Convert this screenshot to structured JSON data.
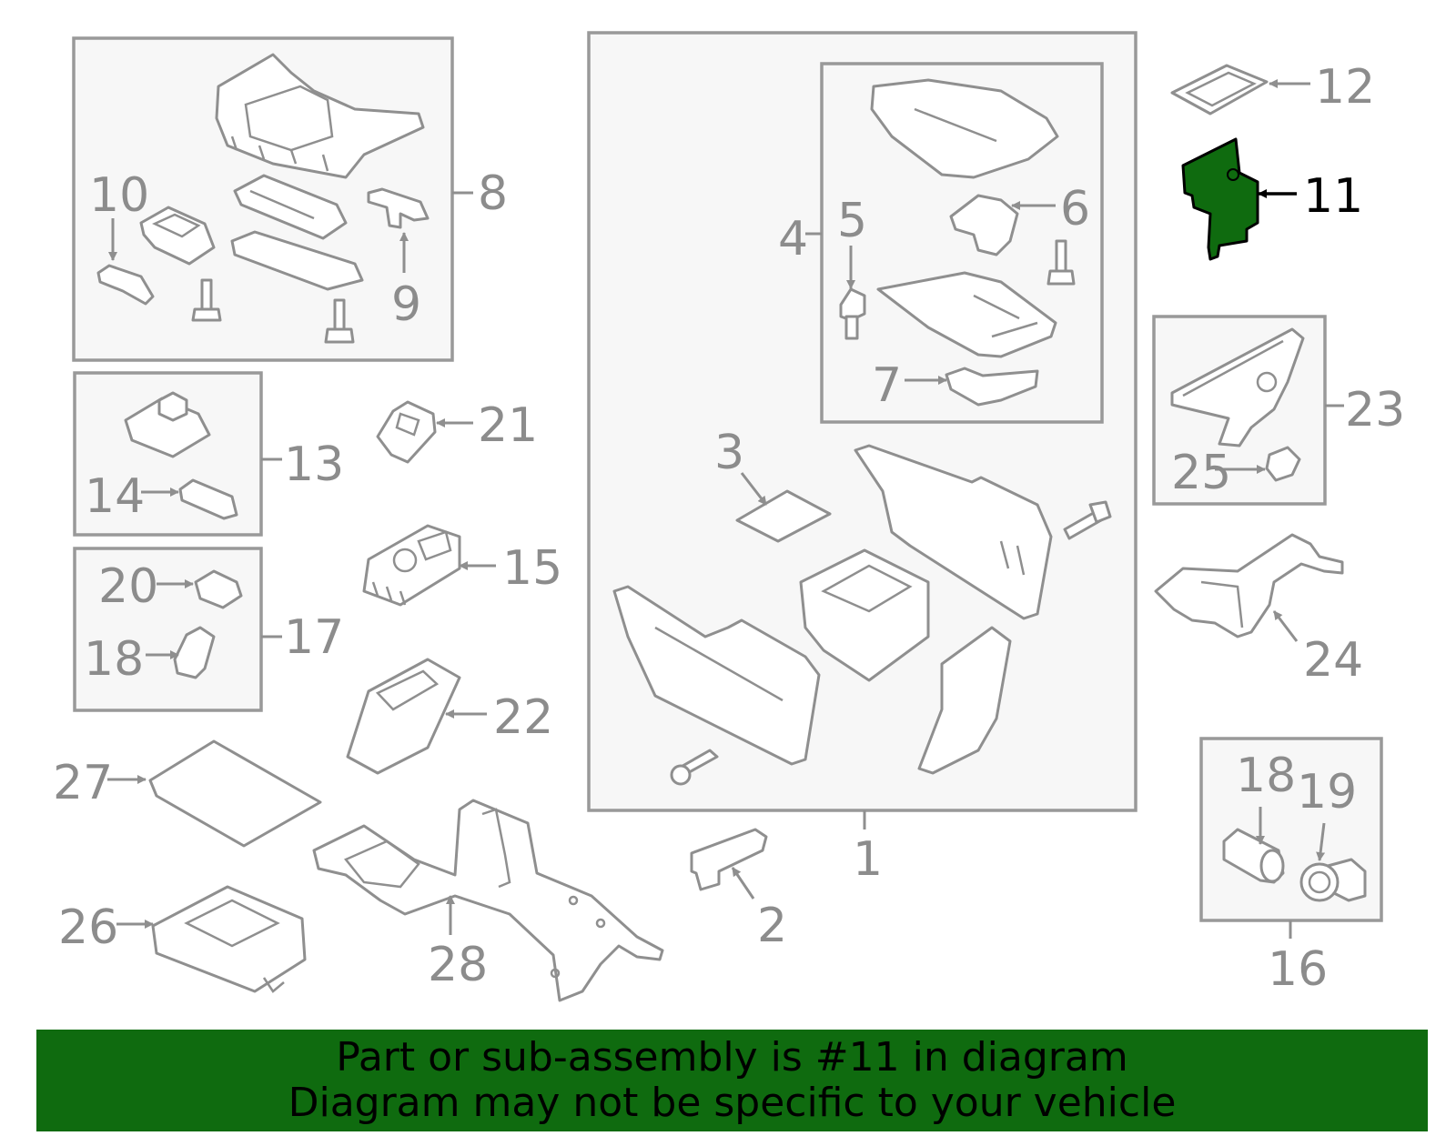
{
  "diagram": {
    "highlight_color": "#0f6b0f",
    "callouts": {
      "c1": "1",
      "c2": "2",
      "c3": "3",
      "c4": "4",
      "c5": "5",
      "c6": "6",
      "c7": "7",
      "c8": "8",
      "c9": "9",
      "c10": "10",
      "c11": "11",
      "c12": "12",
      "c13": "13",
      "c14": "14",
      "c15": "15",
      "c16": "16",
      "c17": "17",
      "c18a": "18",
      "c18b": "18",
      "c19": "19",
      "c20": "20",
      "c21": "21",
      "c22": "22",
      "c23": "23",
      "c24": "24",
      "c25": "25",
      "c26": "26",
      "c27": "27",
      "c28": "28"
    }
  },
  "banner": {
    "line1": "Part or sub-assembly is #11 in diagram",
    "line2": "Diagram may not be specific to your vehicle"
  }
}
